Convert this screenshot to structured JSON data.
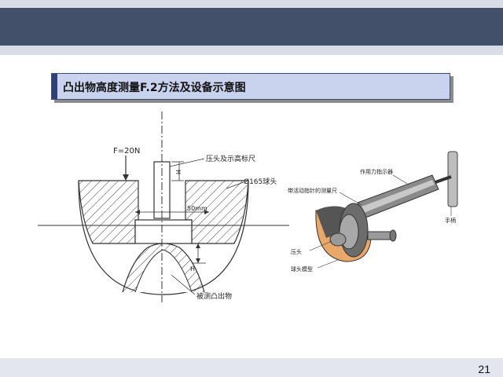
{
  "slide": {
    "title": "凸出物高度测量F.2方法及设备示意图",
    "page_number": "21"
  },
  "figure_left": {
    "force_label": "F=20N",
    "pressure_head_label": "压头及示高标尺",
    "ball_head_label": "Ø165球头",
    "width_label": "50mm",
    "height_label_top": "H",
    "height_label_bottom": "H",
    "object_label": "被测凸出物"
  },
  "figure_right": {
    "force_indicator_label": "作用力指示器",
    "gauge_label": "带活动指针的测量尺",
    "handle_label": "手柄",
    "pressure_head_label": "压头",
    "ball_model_label": "球头模型"
  }
}
